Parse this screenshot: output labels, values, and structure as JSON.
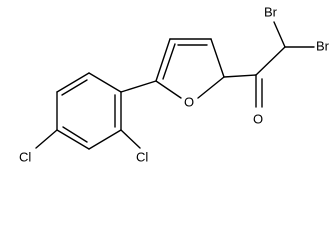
{
  "structure": {
    "atoms": {
      "br1": "Br",
      "br2": "Br",
      "o_ring": "O",
      "o_carbonyl": "O",
      "cl1": "Cl",
      "cl2": "Cl"
    },
    "colors": {
      "bond": "#000000",
      "label": "#000000",
      "background": "#ffffff"
    }
  }
}
